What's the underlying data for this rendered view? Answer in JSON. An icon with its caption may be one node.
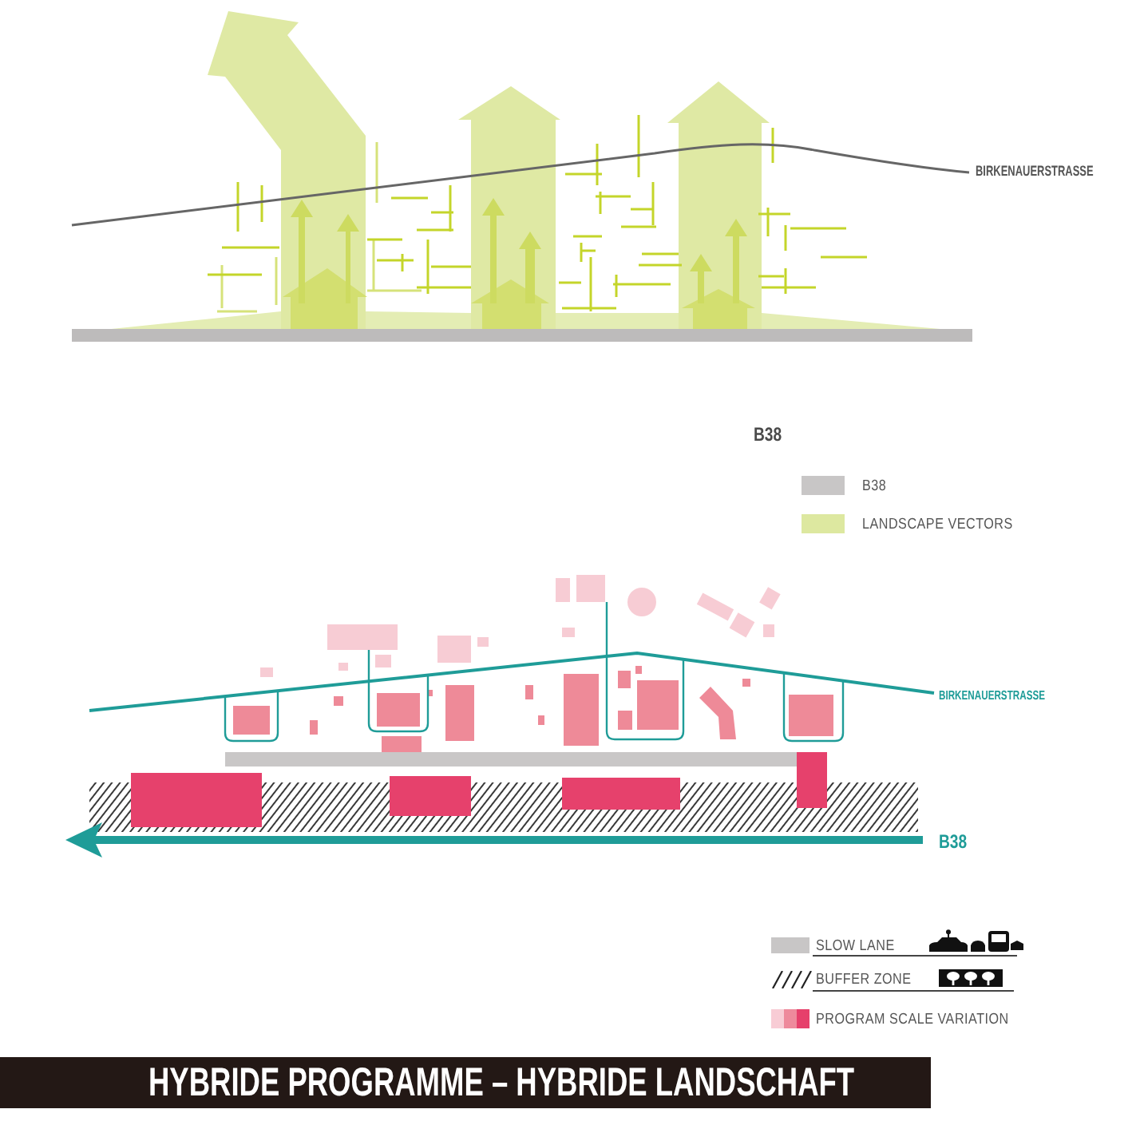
{
  "diagram": {
    "title": "HYBRIDE PROGRAMME – HYBRIDE LANDSCHAFT",
    "labels": [
      "BIRKENAUERSTRASSE",
      "B38",
      "BIRKENAUERSTRASSE",
      "B38"
    ],
    "legend": [
      {
        "text": "B38",
        "color": "#c8c6c6"
      },
      {
        "text": "LANDSCAPE VECTORS",
        "color": "#dde8a0"
      },
      {
        "text": "SLOW LANE",
        "color": "#c8c6c6"
      },
      {
        "text": "BUFFER ZONE"
      },
      {
        "text": "PROGRAM SCALE VARIATION"
      }
    ]
  }
}
